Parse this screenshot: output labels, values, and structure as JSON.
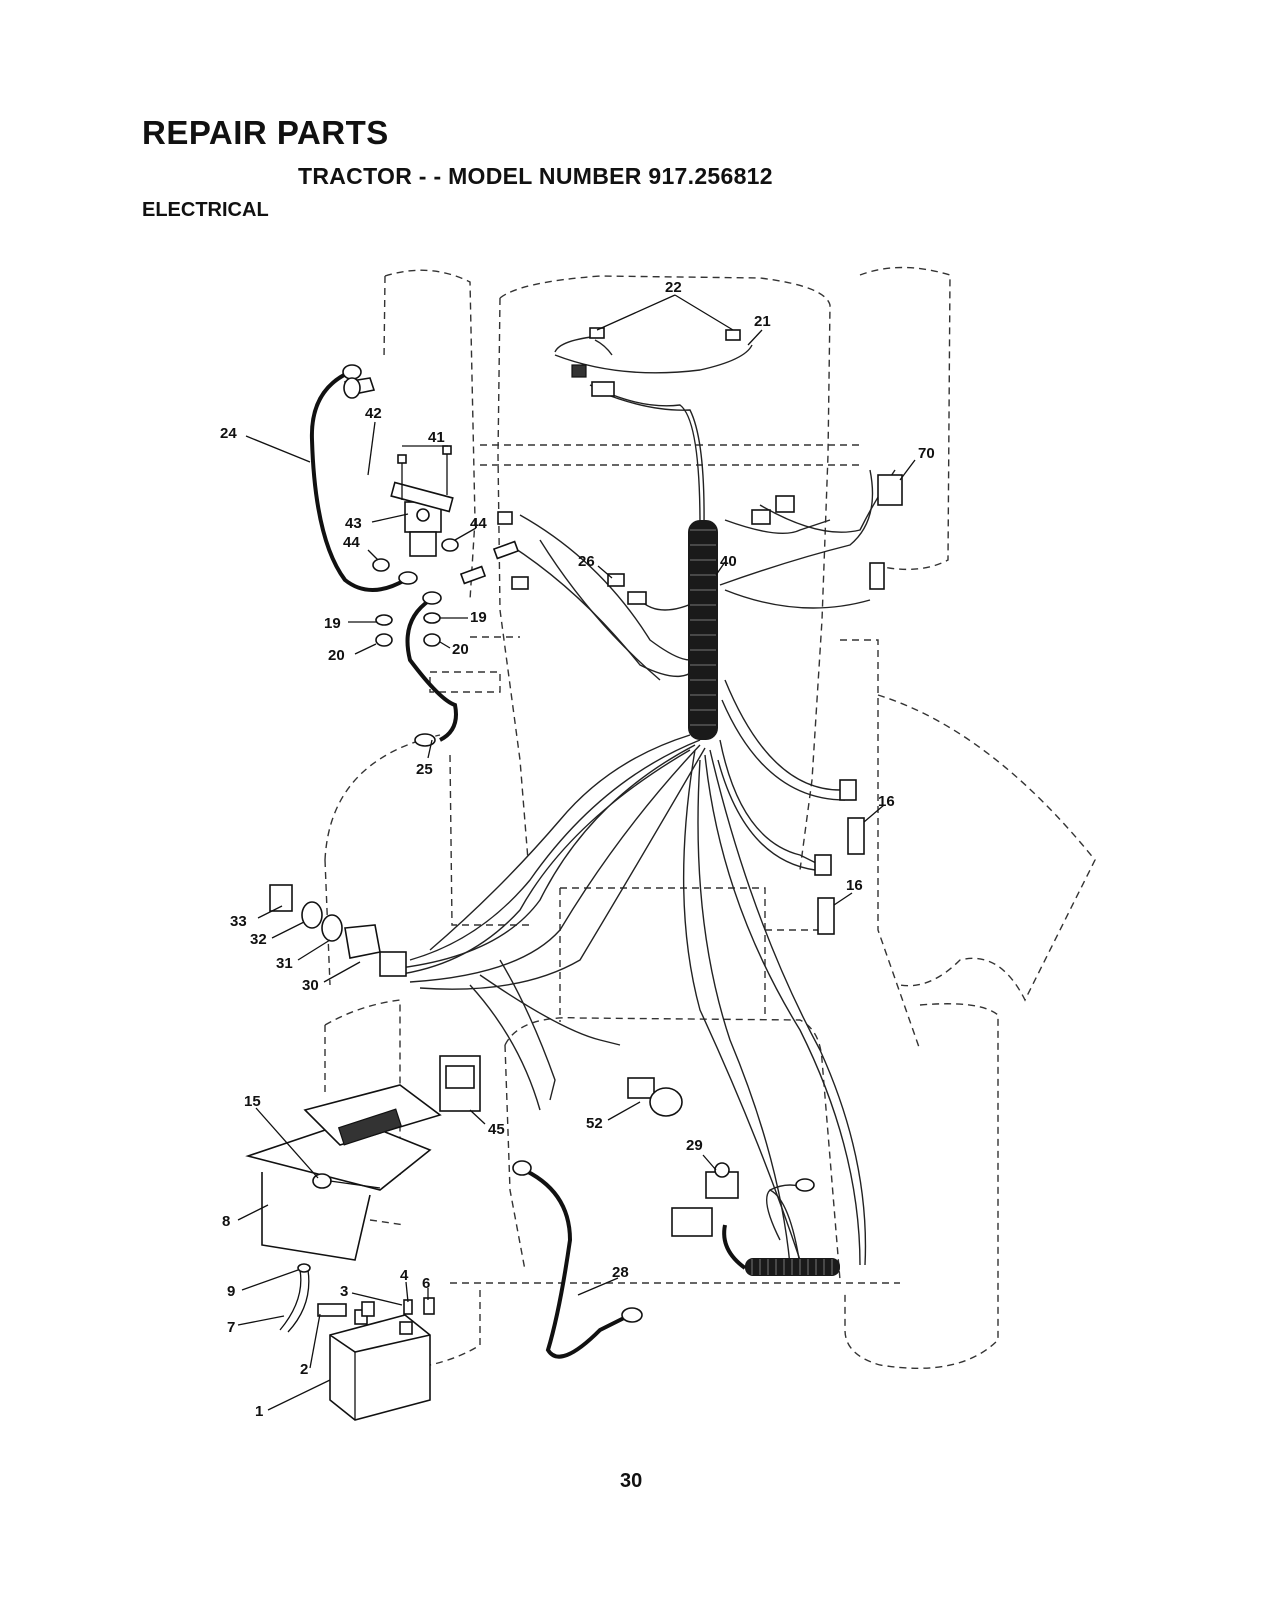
{
  "header": {
    "title": "REPAIR PARTS",
    "subtitle": "TRACTOR - - MODEL NUMBER 917.256812",
    "section": "ELECTRICAL"
  },
  "page_number": "30",
  "part_callouts": [
    "22",
    "21",
    "24",
    "42",
    "41",
    "70",
    "43",
    "44",
    "44",
    "26",
    "40",
    "19",
    "19",
    "20",
    "20",
    "25",
    "16",
    "16",
    "33",
    "32",
    "31",
    "30",
    "45",
    "52",
    "15",
    "29",
    "8",
    "9",
    "4",
    "6",
    "3",
    "28",
    "7",
    "2",
    "1"
  ]
}
